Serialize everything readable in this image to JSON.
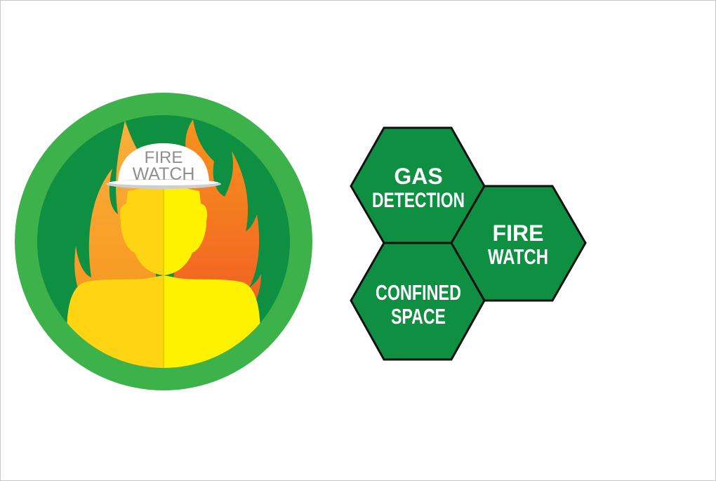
{
  "badge": {
    "helmet_line1": "FIRE",
    "helmet_line2": "WATCH",
    "icon": "fire-watch-worker-icon"
  },
  "hexagons": [
    {
      "line1": "GAS",
      "line2": "DETECTION"
    },
    {
      "line1": "FIRE",
      "line2": "WATCH"
    },
    {
      "line1": "CONFINED",
      "line2": "SPACE"
    }
  ],
  "colors": {
    "badge_outer_ring": "#3db24a",
    "badge_inner": "#0e8f41",
    "hex_fill": "#0e8f41",
    "hex_stroke": "#111111",
    "flame_orange": "#f7941d",
    "flame_red": "#f15a24",
    "person_left": "#ffd412",
    "person_right": "#fff200",
    "helmet": "#ffffff"
  }
}
